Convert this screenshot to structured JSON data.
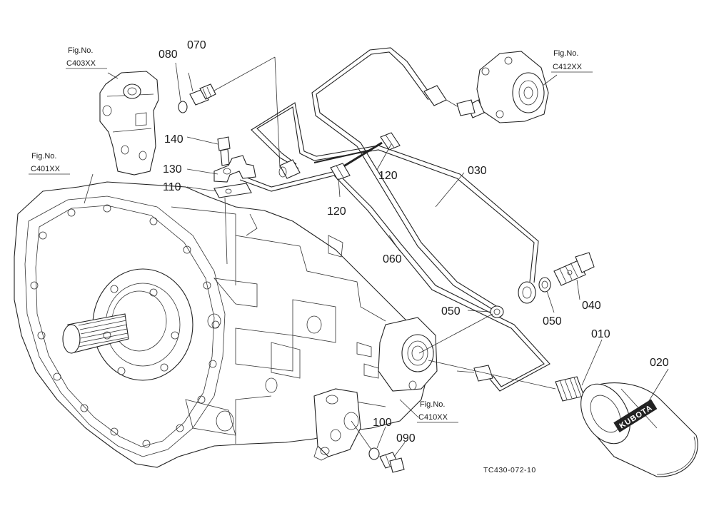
{
  "diagram": {
    "drawing_code": "TC430-072-10",
    "figure_refs": [
      {
        "id": "c403",
        "top": "Fig.No.",
        "bottom": "C403XX"
      },
      {
        "id": "c412",
        "top": "Fig.No.",
        "bottom": "C412XX"
      },
      {
        "id": "c401",
        "top": "Fig.No.",
        "bottom": "C401XX"
      },
      {
        "id": "c410",
        "top": "Fig.No.",
        "bottom": "C410XX"
      }
    ],
    "parts": {
      "p010": "010",
      "p020": "020",
      "p030": "030",
      "p040": "040",
      "p050a": "050",
      "p050b": "050",
      "p060": "060",
      "p070": "070",
      "p080": "080",
      "p090": "090",
      "p100": "100",
      "p110": "110",
      "p120a": "120",
      "p120b": "120",
      "p130": "130",
      "p140": "140"
    },
    "filter_brand": "KUBOTA"
  }
}
